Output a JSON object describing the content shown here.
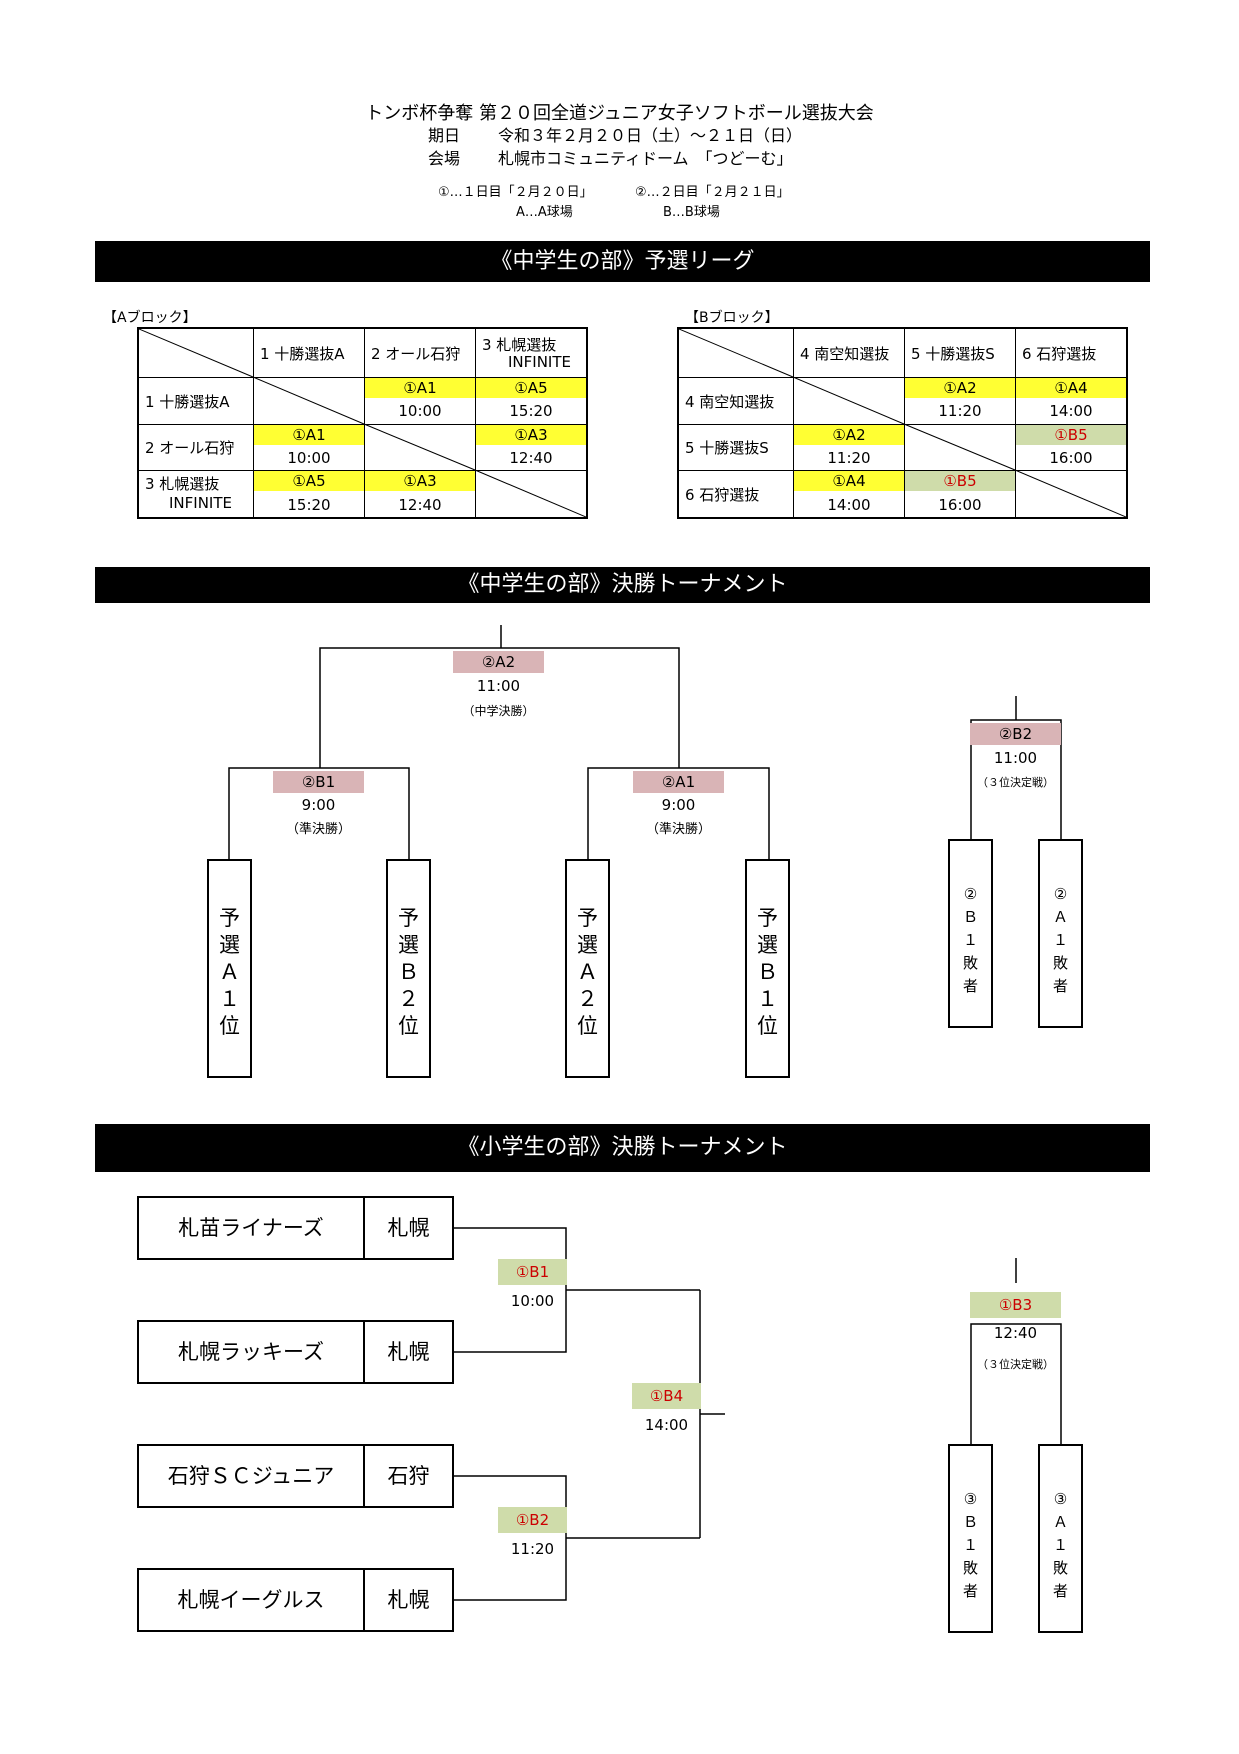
{
  "title": {
    "line1": "トンボ杯争奪 第２０回全道ジュニア女子ソフトボール選抜大会",
    "date_label": "期日",
    "date_value": "令和３年２月２０日（土）～２１日（日）",
    "venue_label": "会場",
    "venue_value": "札幌市コミュニティドーム　「つどーむ」"
  },
  "legend": {
    "day1": "①…１日目「２月２０日」",
    "day2": "②…２日目「２月２１日」",
    "fieldA": "A…A球場",
    "fieldB": "B…B球場"
  },
  "sections": {
    "jh_league": "《中学生の部》予選リーグ",
    "jh_tournament": "《中学生の部》決勝トーナメント",
    "el_tournament": "《小学生の部》決勝トーナメント"
  },
  "blockA": {
    "label": "【Aブロック】",
    "teams": [
      "1 十勝選抜A",
      "2 オール石狩",
      "3 札幌選抜"
    ],
    "team3_sub": "INFINITE",
    "games": {
      "r1c2": {
        "code": "①A1",
        "time": "10:00"
      },
      "r1c3": {
        "code": "①A5",
        "time": "15:20"
      },
      "r2c1": {
        "code": "①A1",
        "time": "10:00"
      },
      "r2c3": {
        "code": "①A3",
        "time": "12:40"
      },
      "r3c1": {
        "code": "①A5",
        "time": "15:20"
      },
      "r3c2": {
        "code": "①A3",
        "time": "12:40"
      }
    }
  },
  "blockB": {
    "label": "【Bブロック】",
    "teams": [
      "4 南空知選抜",
      "5 十勝選抜S",
      "6 石狩選抜"
    ],
    "games": {
      "r1c2": {
        "code": "①A2",
        "time": "11:20"
      },
      "r1c3": {
        "code": "①A4",
        "time": "14:00"
      },
      "r2c1": {
        "code": "①A2",
        "time": "11:20"
      },
      "r2c3": {
        "code": "①B5",
        "time": "16:00"
      },
      "r3c1": {
        "code": "①A4",
        "time": "14:00"
      },
      "r3c2": {
        "code": "①B5",
        "time": "16:00"
      }
    }
  },
  "jh_bracket": {
    "final": {
      "code": "②A2",
      "time": "11:00",
      "note": "（中学決勝）"
    },
    "semi1": {
      "code": "②B1",
      "time": "9:00",
      "note": "（準決勝）"
    },
    "semi2": {
      "code": "②A1",
      "time": "9:00",
      "note": "（準決勝）"
    },
    "third": {
      "code": "②B2",
      "time": "11:00",
      "note": "（３位決定戦）"
    },
    "entries": [
      [
        "予",
        "選",
        "Ａ",
        "１",
        "位"
      ],
      [
        "予",
        "選",
        "Ｂ",
        "２",
        "位"
      ],
      [
        "予",
        "選",
        "Ａ",
        "２",
        "位"
      ],
      [
        "予",
        "選",
        "Ｂ",
        "１",
        "位"
      ]
    ],
    "third_entries": [
      [
        "②",
        "Ｂ",
        "１",
        "敗",
        "者"
      ],
      [
        "②",
        "Ａ",
        "１",
        "敗",
        "者"
      ]
    ]
  },
  "el_bracket": {
    "teams": [
      {
        "name": "札苗ライナーズ",
        "area": "札幌"
      },
      {
        "name": "札幌ラッキーズ",
        "area": "札幌"
      },
      {
        "name": "石狩ＳＣジュニア",
        "area": "石狩"
      },
      {
        "name": "札幌イーグルス",
        "area": "札幌"
      }
    ],
    "semi1": {
      "code": "①B1",
      "time": "10:00"
    },
    "semi2": {
      "code": "①B2",
      "time": "11:20"
    },
    "final": {
      "code": "①B4",
      "time": "14:00"
    },
    "third": {
      "code": "①B3",
      "time": "12:40",
      "note": "（３位決定戦）"
    },
    "third_entries": [
      [
        "③",
        "Ｂ",
        "１",
        "敗",
        "者"
      ],
      [
        "③",
        "Ａ",
        "１",
        "敗",
        "者"
      ]
    ]
  },
  "colors": {
    "yellow": "#ffff33",
    "green": "#cfdcaa",
    "pink": "#d9b4b6",
    "red_text": "#cc0000"
  }
}
